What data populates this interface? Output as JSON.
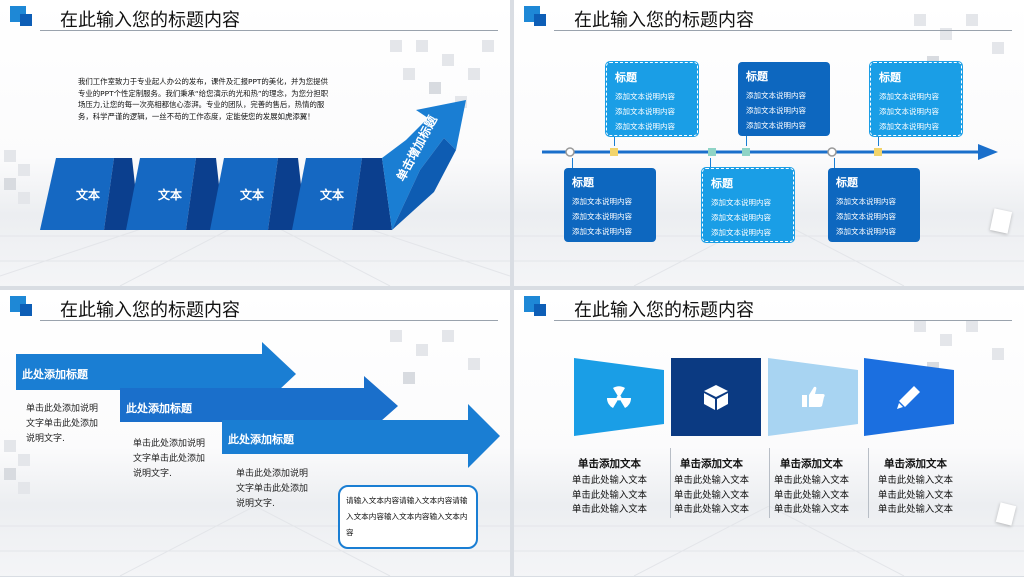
{
  "colors": {
    "blue_dark": "#0d5eb6",
    "blue_mid": "#1a7ed3",
    "blue_light": "#1a9ee6",
    "blue_pale": "#a8d4f2",
    "navy": "#0b3a82"
  },
  "slide1": {
    "title": "在此输入您的标题内容",
    "paragraph": "我们工作室致力于专业起人办公的发布，课件及汇报PPT的美化，并为您提供专业的PPT个性定制服务。我们秉承“给您演示的光和热”的理念，为您分担职场压力,让您的每一次亮相都信心澎湃。专业的团队，完善的售后，热情的服务，科学严谨的逻辑，一丝不苟的工作态度，定能使您的发展如虎添翼！",
    "steps": [
      "文本",
      "文本",
      "文本",
      "文本"
    ],
    "arrow_label": "单击增加标题"
  },
  "slide2": {
    "title": "在此输入您的标题内容",
    "top_boxes": [
      {
        "title": "标题",
        "lines": [
          "添加文本说明内容",
          "添加文本说明内容",
          "添加文本说明内容"
        ]
      },
      {
        "title": "标题",
        "lines": [
          "添加文本说明内容",
          "添加文本说明内容",
          "添加文本说明内容"
        ]
      },
      {
        "title": "标题",
        "lines": [
          "添加文本说明内容",
          "添加文本说明内容",
          "添加文本说明内容"
        ]
      }
    ],
    "bottom_boxes": [
      {
        "title": "标题",
        "lines": [
          "添加文本说明内容",
          "添加文本说明内容",
          "添加文本说明内容"
        ]
      },
      {
        "title": "标题",
        "lines": [
          "添加文本说明内容",
          "添加文本说明内容",
          "添加文本说明内容"
        ]
      },
      {
        "title": "标题",
        "lines": [
          "添加文本说明内容",
          "添加文本说明内容",
          "添加文本说明内容"
        ]
      }
    ]
  },
  "slide3": {
    "title": "在此输入您的标题内容",
    "arrows": [
      {
        "label": "此处添加标题",
        "desc": "单击此处添加说明文字单击此处添加说明文字."
      },
      {
        "label": "此处添加标题",
        "desc": "单击此处添加说明文字单击此处添加说明文字."
      },
      {
        "label": "此处添加标题",
        "desc": "单击此处添加说明文字单击此处添加说明文字."
      }
    ],
    "note": "请输入文本内容请输入文本内容请输入文本内容输入文本内容输入文本内容"
  },
  "slide4": {
    "title": "在此输入您的标题内容",
    "columns": [
      {
        "icon": "radiation-icon",
        "title": "单击添加文本",
        "lines": [
          "单击此处输入文本",
          "单击此处输入文本",
          "单击此处输入文本"
        ]
      },
      {
        "icon": "cube-icon",
        "title": "单击添加文本",
        "lines": [
          "单击此处输入文本",
          "单击此处输入文本",
          "单击此处输入文本"
        ]
      },
      {
        "icon": "thumbs-up-icon",
        "title": "单击添加文本",
        "lines": [
          "单击此处输入文本",
          "单击此处输入文本",
          "单击此处输入文本"
        ]
      },
      {
        "icon": "pencil-icon",
        "title": "单击添加文本",
        "lines": [
          "单击此处输入文本",
          "单击此处输入文本",
          "单击此处输入文本"
        ]
      }
    ]
  }
}
